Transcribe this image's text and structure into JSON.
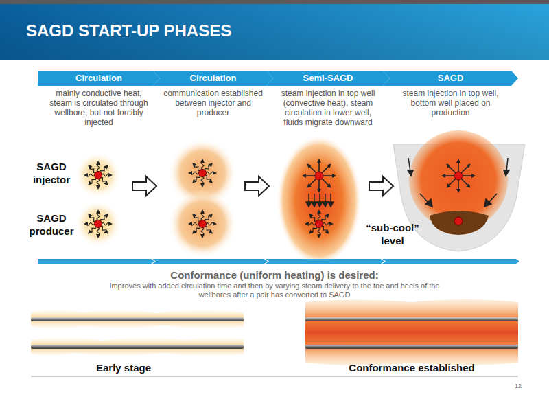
{
  "diagram": {
    "title": "SAGD START-UP PHASES",
    "nodes": [
      {
        "text": [
          "Circulation",
          "mainly conductive heat, steam is circulated through wellbore, but not forcibly injected"
        ]
      },
      {
        "text": [
          "Circulation",
          "communication established between injector and producer"
        ]
      },
      {
        "text": [
          "Semi-SAGD",
          "steam injection in top well (convective heat), steam circulation in lower well, fluids migrate downward"
        ]
      },
      {
        "text": [
          "SAGD",
          "steam injection in top well, bottom well placed on production"
        ]
      }
    ],
    "labels": [
      "SAGD injector",
      "SAGD producer",
      "“sub-cool” level",
      "Conformance (uniform heating) is desired:",
      "Improves with added circulation time and then by varying steam delivery to the toe and heels of the wellbores after a pair has converted to SAGD",
      "Early stage",
      "Conformance established",
      "12"
    ]
  }
}
